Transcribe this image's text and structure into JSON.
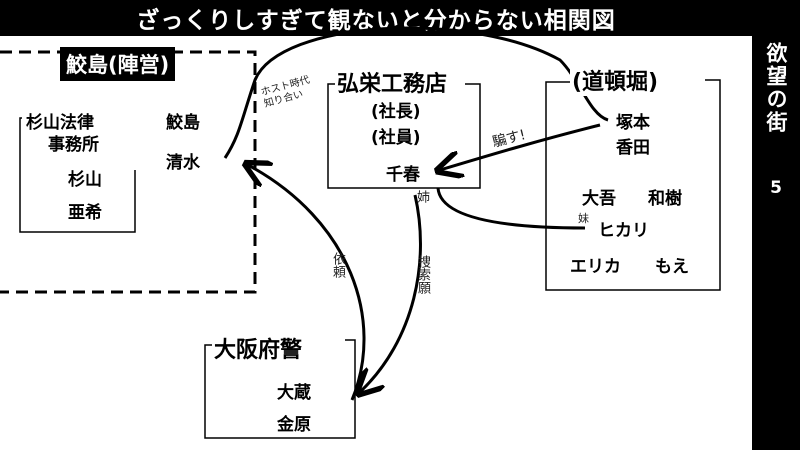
{
  "title": "ざっくりしすぎて観ないと分からない相関図",
  "side_title": "欲望の街",
  "page_number": "5",
  "groups": {
    "samejima": {
      "heading": "鮫島(陣営)",
      "members": [
        "鮫島",
        "清水"
      ]
    },
    "law_office": {
      "heading": "杉山法律事務所",
      "members": [
        "杉山",
        "亜希"
      ]
    },
    "kouei": {
      "heading": "弘栄工務店",
      "roles": [
        "(社長)",
        "(社員)"
      ],
      "member": "千春"
    },
    "doutonbori": {
      "heading": "(道頓堀)",
      "members": [
        "塚本",
        "香田",
        "大吾",
        "和樹",
        "ヒカリ",
        "エリカ",
        "もえ"
      ],
      "sister_note": "妹"
    },
    "osaka_police": {
      "heading": "大阪府警",
      "members": [
        "大蔵",
        "金原"
      ]
    }
  },
  "relations": {
    "host_link": "ホスト時代知り合い",
    "deceive": "騙す!",
    "sister": "姉",
    "request": "依頼",
    "search": "捜索願"
  }
}
